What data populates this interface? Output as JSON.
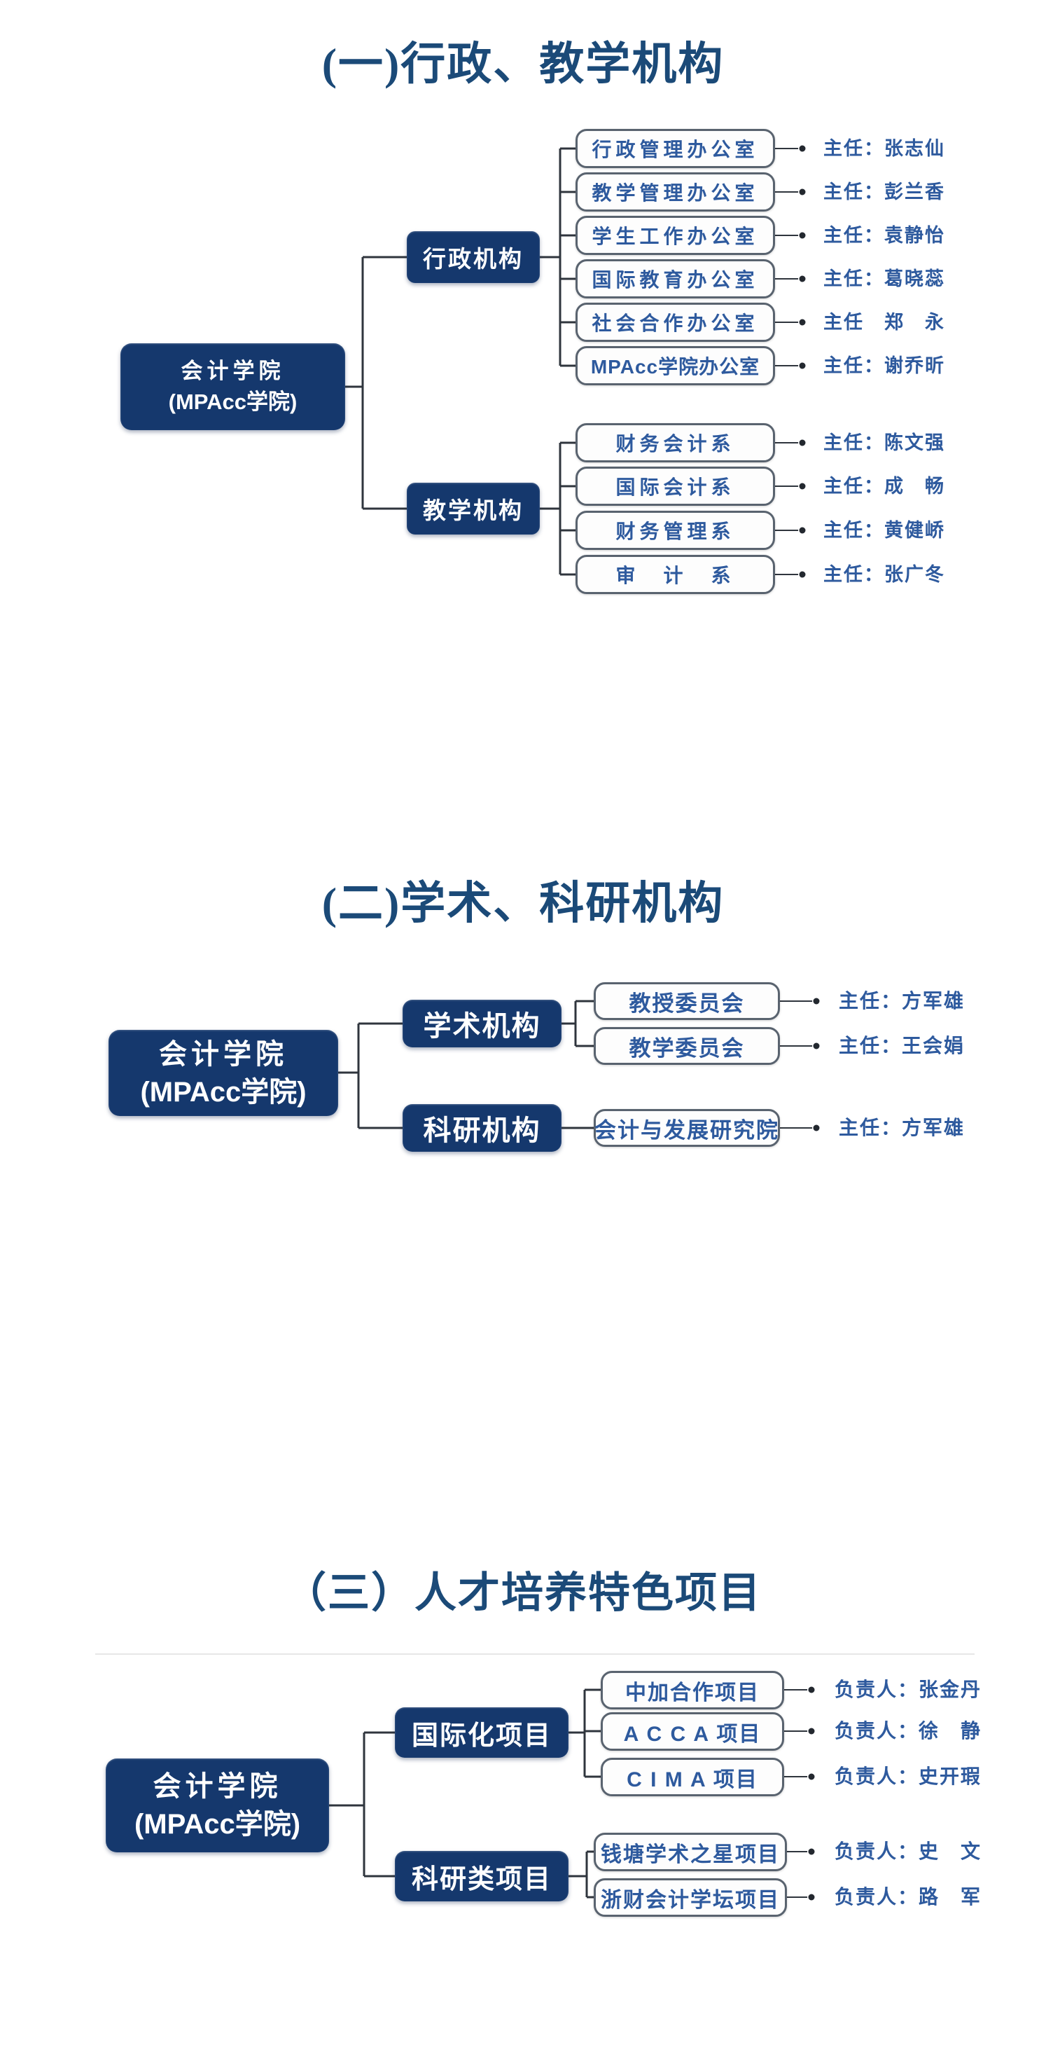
{
  "colors": {
    "background": "#ffffff",
    "node_navy": "#15386d",
    "title_blue": "#1b4a78",
    "text_blue": "#2e5a9e",
    "leaf_border_gray": "#59636f",
    "connector_dark": "#2f353d"
  },
  "sections": [
    {
      "title": "(一)行政、教学机构",
      "root": {
        "line1": "会计学院",
        "line2": "(MPAcc学院)"
      },
      "branches": [
        {
          "label": "行政机构",
          "leaves": [
            {
              "label": "行政管理办公室",
              "leader": "主任：张志仙"
            },
            {
              "label": "教学管理办公室",
              "leader": "主任：彭兰香"
            },
            {
              "label": "学生工作办公室",
              "leader": "主任：袁静怡"
            },
            {
              "label": "国际教育办公室",
              "leader": "主任：葛晓蕊"
            },
            {
              "label": "社会合作办公室",
              "leader": "主任　郑　永"
            },
            {
              "label": "MPAcc学院办公室",
              "leader": "主任：谢乔昕"
            }
          ]
        },
        {
          "label": "教学机构",
          "leaves": [
            {
              "label": "财务会计系",
              "leader": "主任：陈文强"
            },
            {
              "label": "国际会计系",
              "leader": "主任：成　畅"
            },
            {
              "label": "财务管理系",
              "leader": "主任：黄健峤"
            },
            {
              "label": "审　计　系",
              "leader": "主任：张广冬"
            }
          ]
        }
      ]
    },
    {
      "title": "(二)学术、科研机构",
      "root": {
        "line1": "会计学院",
        "line2": "(MPAcc学院)"
      },
      "branches": [
        {
          "label": "学术机构",
          "leaves": [
            {
              "label": "教授委员会",
              "leader": "主任：方军雄"
            },
            {
              "label": "教学委员会",
              "leader": "主任：王会娟"
            }
          ]
        },
        {
          "label": "科研机构",
          "leaves": [
            {
              "label": "会计与发展研究院",
              "leader": "主任：方军雄"
            }
          ]
        }
      ]
    },
    {
      "title": "（三）人才培养特色项目",
      "root": {
        "line1": "会计学院",
        "line2": "(MPAcc学院)"
      },
      "branches": [
        {
          "label": "国际化项目",
          "leaves": [
            {
              "label": "中加合作项目",
              "leader": "负责人：张金丹"
            },
            {
              "label": "A C C A 项目",
              "leader": "负责人：徐　静"
            },
            {
              "label": "C I M A 项目",
              "leader": "负责人：史开瑕"
            }
          ]
        },
        {
          "label": "科研类项目",
          "leaves": [
            {
              "label": "钱塘学术之星项目",
              "leader": "负责人：史　文"
            },
            {
              "label": "浙财会计学坛项目",
              "leader": "负责人：路　军"
            }
          ]
        }
      ]
    }
  ]
}
